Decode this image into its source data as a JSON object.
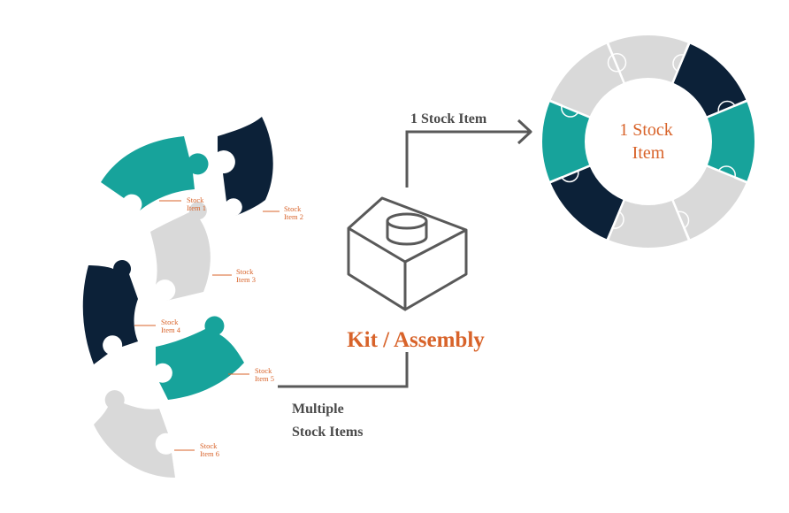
{
  "colors": {
    "teal": "#17a39b",
    "navy": "#0c2138",
    "light_gray": "#d9d9d9",
    "orange": "#d8632a",
    "line_gray": "#595959",
    "text_gray": "#4a4a4a"
  },
  "pieces": [
    {
      "line1": "Stock",
      "line2": "Item 1",
      "color": "teal"
    },
    {
      "line1": "Stock",
      "line2": "Item 2",
      "color": "navy"
    },
    {
      "line1": "Stock",
      "line2": "Item 3",
      "color": "light_gray"
    },
    {
      "line1": "Stock",
      "line2": "Item 4",
      "color": "navy"
    },
    {
      "line1": "Stock",
      "line2": "Item 5",
      "color": "teal"
    },
    {
      "line1": "Stock",
      "line2": "Item 6",
      "color": "light_gray"
    }
  ],
  "center": {
    "title": "Kit / Assembly",
    "icon": "box-icon"
  },
  "flow": {
    "input_line1": "Multiple",
    "input_line2": "Stock Items",
    "output_label": "1 Stock Item"
  },
  "ring": {
    "line1": "1 Stock",
    "line2": "Item",
    "segment_colors": [
      "light_gray",
      "navy",
      "teal",
      "light_gray",
      "light_gray",
      "navy",
      "teal",
      "light_gray"
    ]
  }
}
